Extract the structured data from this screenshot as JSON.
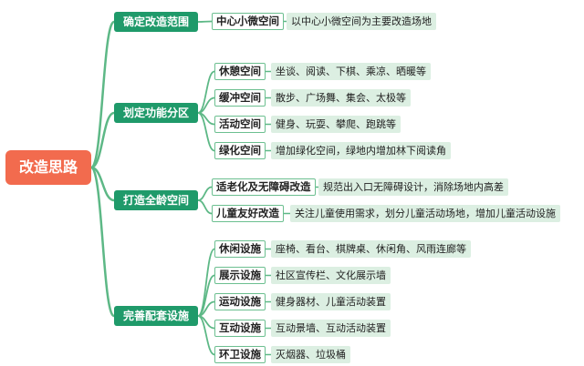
{
  "root": {
    "label": "改造思路"
  },
  "branches": [
    {
      "label": "确定改造范围",
      "items": [
        {
          "label": "中心小微空间",
          "detail": "以中心小微空间为主要改造场地"
        }
      ]
    },
    {
      "label": "划定功能分区",
      "items": [
        {
          "label": "休憩空间",
          "detail": "坐谈、阅读、下棋、乘凉、晒暖等"
        },
        {
          "label": "缓冲空间",
          "detail": "散步、广场舞、集会、太极等"
        },
        {
          "label": "活动空间",
          "detail": "健身、玩耍、攀爬、跑跳等"
        },
        {
          "label": "绿化空间",
          "detail": "增加绿化空间，绿地内增加林下阅读角"
        }
      ]
    },
    {
      "label": "打造全龄空间",
      "items": [
        {
          "label": "适老化及无障碍改造",
          "detail": "规范出入口无障碍设计，消除场地内高差"
        },
        {
          "label": "儿童友好改造",
          "detail": "关注儿童使用需求，划分儿童活动场地，增加儿童活动设施"
        }
      ]
    },
    {
      "label": "完善配套设施",
      "items": [
        {
          "label": "休闲设施",
          "detail": "座椅、看台、棋牌桌、休闲角、风雨连廊等"
        },
        {
          "label": "展示设施",
          "detail": "社区宣传栏、文化展示墙"
        },
        {
          "label": "运动设施",
          "detail": "健身器材、儿童活动装置"
        },
        {
          "label": "互动设施",
          "detail": "互动景墙、互动活动装置"
        },
        {
          "label": "环卫设施",
          "detail": "灭烟器、垃圾桶"
        }
      ]
    }
  ],
  "colors": {
    "root": "#f26b4e",
    "branch": "#1f9a6a",
    "line": "#5db886",
    "item_border": "#6cbf90",
    "detail_bg": "#dcefe2"
  }
}
